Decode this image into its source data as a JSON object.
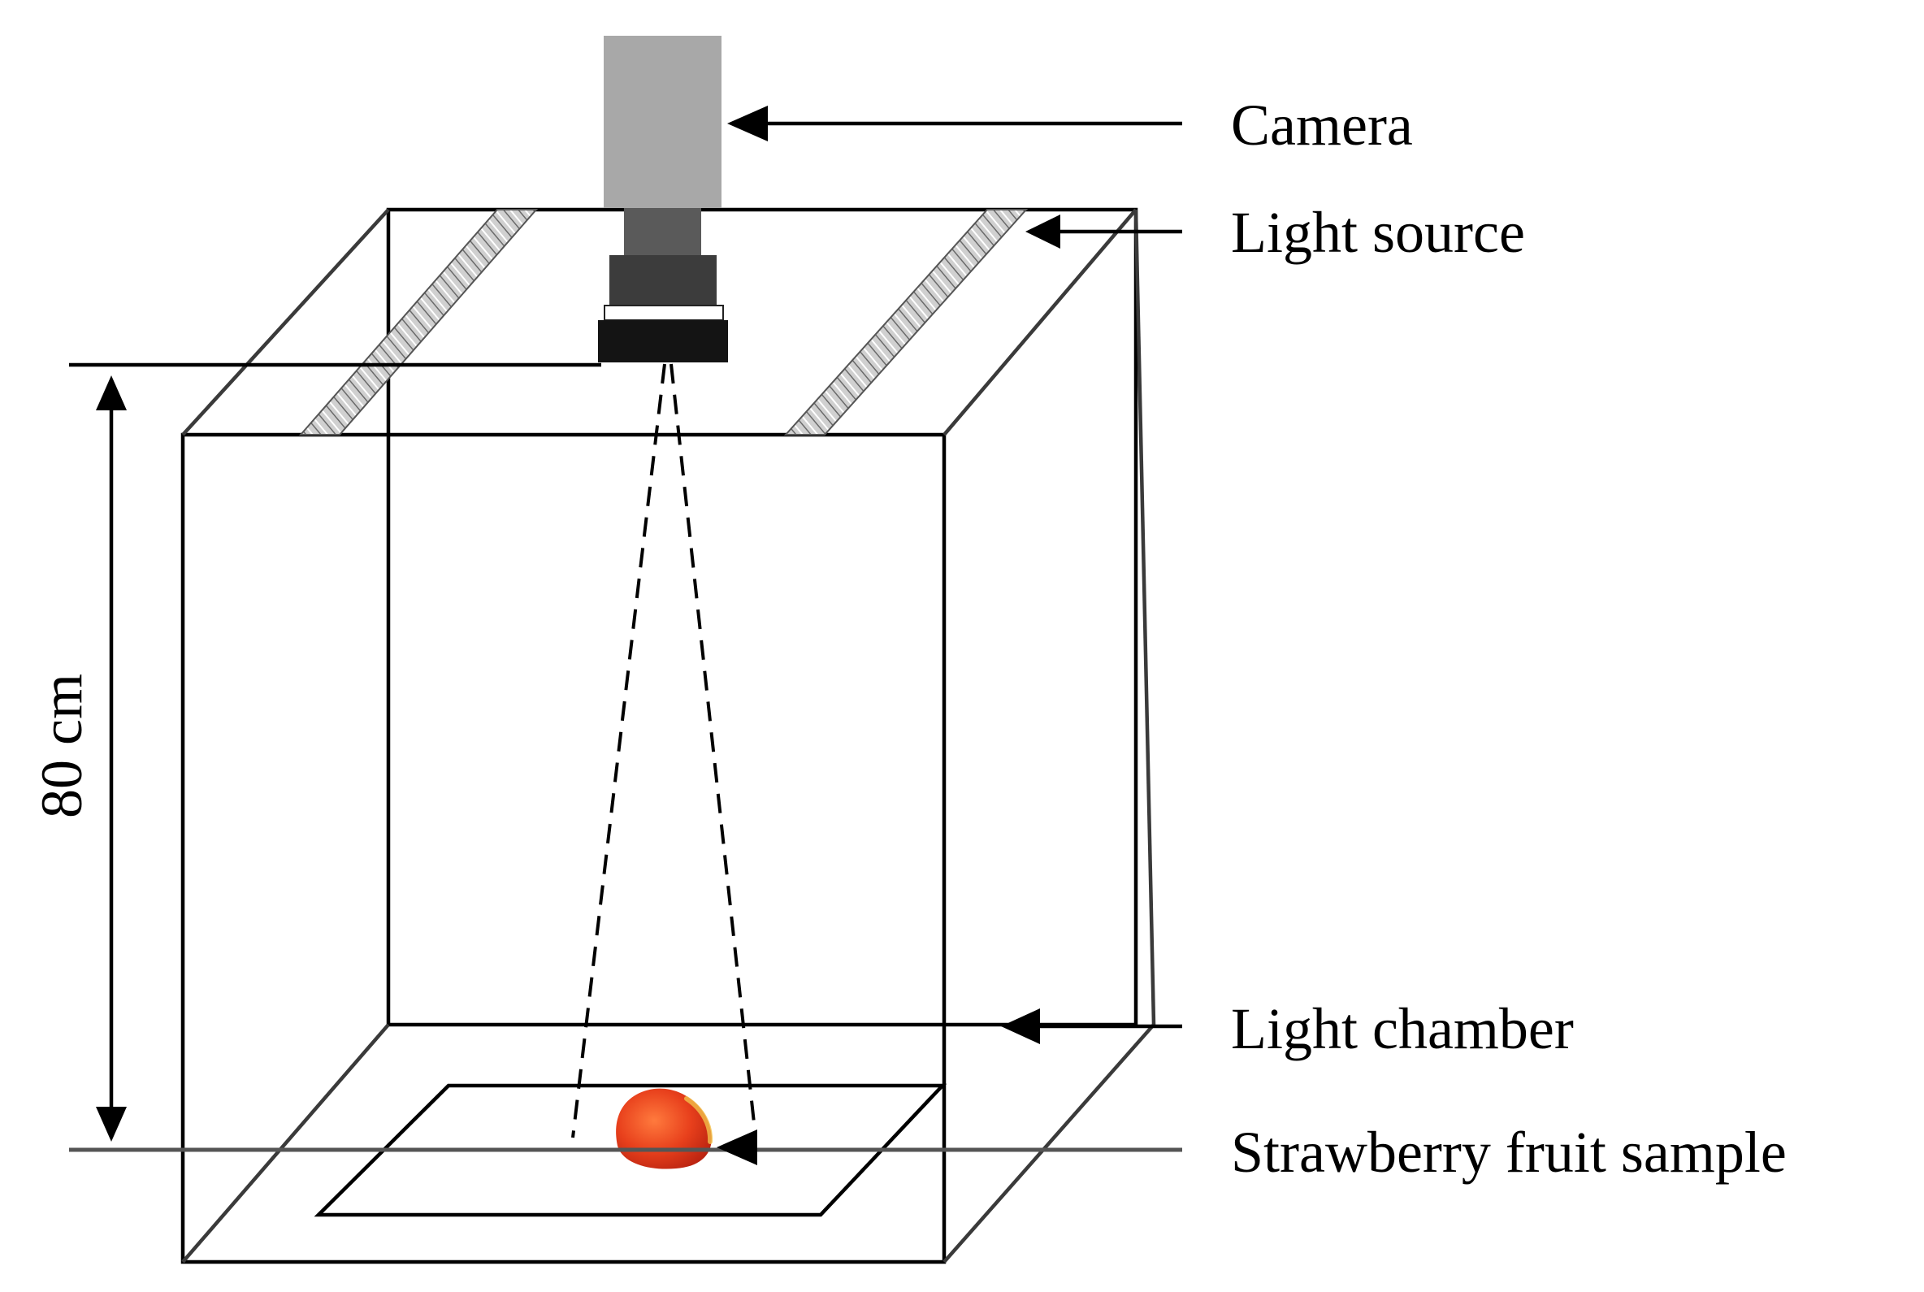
{
  "labels": {
    "camera": "Camera",
    "light_source": "Light source",
    "light_chamber": "Light chamber",
    "sample": "Strawberry fruit sample",
    "height": "80 cm"
  },
  "colors": {
    "camera_body": "#a8a8a8",
    "camera_neck": "#5a5a5a",
    "lens_ring": "#3c3c3c",
    "lens_front": "#141414",
    "strawberry": "#e8401c"
  }
}
